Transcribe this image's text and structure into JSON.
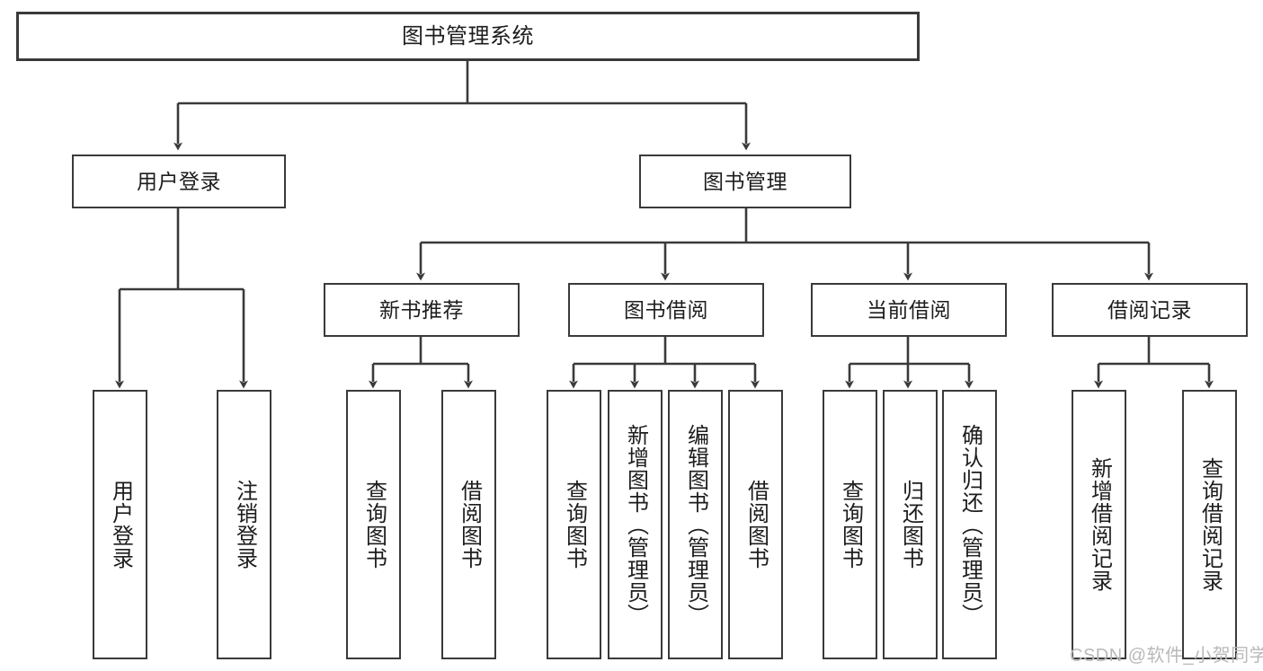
{
  "diagram": {
    "title": "图书管理系统",
    "type": "tree-hierarchy-diagram",
    "root": {
      "label": "图书管理系统"
    },
    "level2": [
      {
        "label": "用户登录"
      },
      {
        "label": "图书管理"
      }
    ],
    "level3": [
      {
        "label": "新书推荐"
      },
      {
        "label": "图书借阅"
      },
      {
        "label": "当前借阅"
      },
      {
        "label": "借阅记录"
      }
    ],
    "leaves": {
      "user_login": [
        {
          "label": "用户登录"
        },
        {
          "label": "注销登录"
        }
      ],
      "new_book_recommend": [
        {
          "label": "查询图书"
        },
        {
          "label": "借阅图书"
        }
      ],
      "book_borrow": [
        {
          "label": "查询图书"
        },
        {
          "label": "新增图书（管理员）"
        },
        {
          "label": "编辑图书（管理员）"
        },
        {
          "label": "借阅图书"
        }
      ],
      "current_borrow": [
        {
          "label": "查询图书"
        },
        {
          "label": "归还图书"
        },
        {
          "label": "确认归还（管理员）"
        }
      ],
      "borrow_record": [
        {
          "label": "新增借阅记录"
        },
        {
          "label": "查询借阅记录"
        }
      ]
    }
  },
  "watermark": {
    "text": "CSDN @软件_小贺同学"
  },
  "colors": {
    "stroke": "#3a3a3a",
    "text": "#1d1d1d",
    "background": "#ffffff",
    "watermark": "#b9b9b9"
  }
}
